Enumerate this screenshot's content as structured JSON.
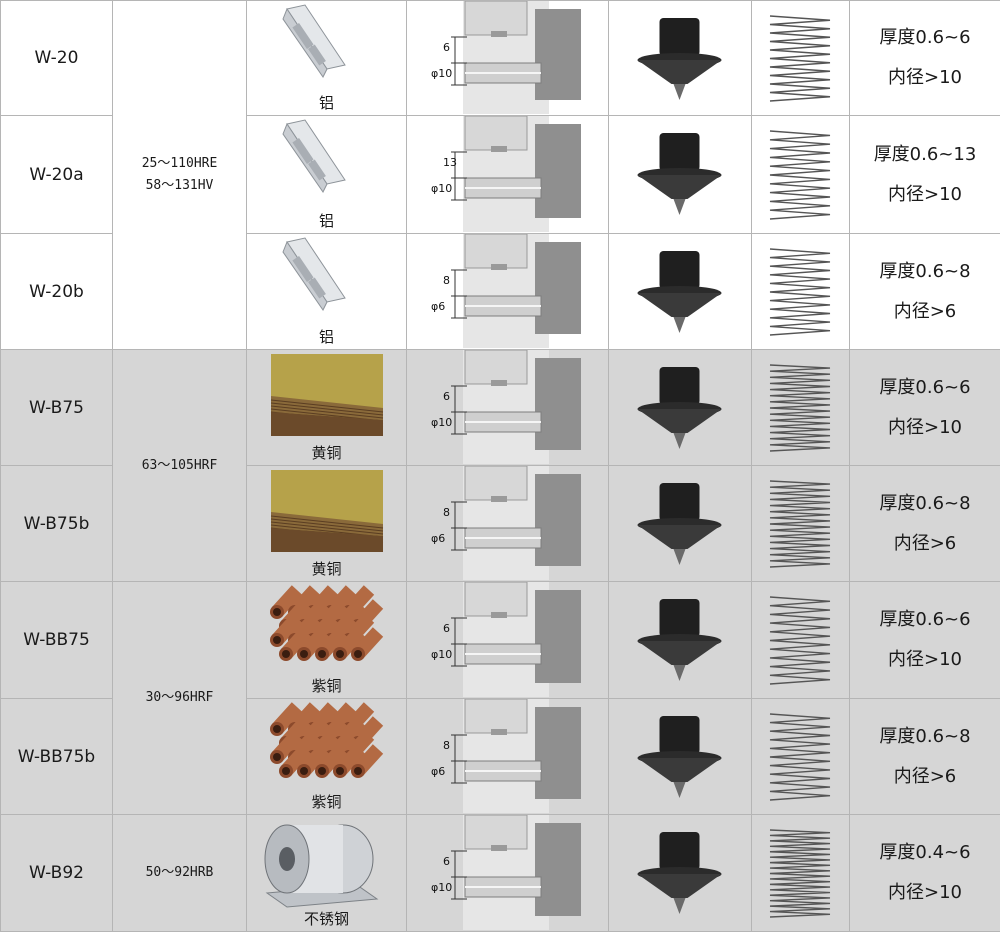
{
  "colors": {
    "white_row": "#ffffff",
    "gray_row": "#d6d6d6",
    "border": "#b5b5b5",
    "aluminum": "#c9cdd2",
    "brass": "#b6a24a",
    "copper": "#b36a43",
    "steel": "#cfd2d6",
    "tip": "#1f1f1f",
    "spring": "#555555"
  },
  "rows": [
    {
      "model": "W-20",
      "hardness": [
        "25～110HRE",
        "58～131HV"
      ],
      "hardness_span": 3,
      "material": "铝",
      "material_img": "aluminum-profile-icon",
      "clamp": {
        "upper": "6",
        "lower": "φ10"
      },
      "spec": [
        "厚度0.6~6",
        "内径>10"
      ],
      "shade": "white",
      "spring_density": 10
    },
    {
      "model": "W-20a",
      "hardness": null,
      "material": "铝",
      "material_img": "aluminum-profile-icon",
      "clamp": {
        "upper": "13",
        "lower": "φ10"
      },
      "spec": [
        "厚度0.6~13",
        "内径>10"
      ],
      "shade": "white",
      "spring_density": 10
    },
    {
      "model": "W-20b",
      "hardness": null,
      "material": "铝",
      "material_img": "aluminum-profile-icon",
      "clamp": {
        "upper": "8",
        "lower": "φ6"
      },
      "spec": [
        "厚度0.6~8",
        "内径>6"
      ],
      "shade": "white",
      "spring_density": 10
    },
    {
      "model": "W-B75",
      "hardness": [
        "63～105HRF"
      ],
      "hardness_span": 2,
      "material": "黄铜",
      "material_img": "brass-sheet-icon",
      "clamp": {
        "upper": "6",
        "lower": "φ10"
      },
      "spec": [
        "厚度0.6~6",
        "内径>10"
      ],
      "shade": "gray",
      "spring_density": 14
    },
    {
      "model": "W-B75b",
      "hardness": null,
      "material": "黄铜",
      "material_img": "brass-sheet-icon",
      "clamp": {
        "upper": "8",
        "lower": "φ6"
      },
      "spec": [
        "厚度0.6~8",
        "内径>6"
      ],
      "shade": "gray",
      "spring_density": 14
    },
    {
      "model": "W-BB75",
      "hardness": [
        "30～96HRF"
      ],
      "hardness_span": 2,
      "material": "紫铜",
      "material_img": "copper-tubes-icon",
      "clamp": {
        "upper": "6",
        "lower": "φ10"
      },
      "spec": [
        "厚度0.6~6",
        "内径>10"
      ],
      "shade": "gray",
      "spring_density": 10
    },
    {
      "model": "W-BB75b",
      "hardness": null,
      "material": "紫铜",
      "material_img": "copper-tubes-icon",
      "clamp": {
        "upper": "8",
        "lower": "φ6"
      },
      "spec": [
        "厚度0.6~8",
        "内径>6"
      ],
      "shade": "gray",
      "spring_density": 10
    },
    {
      "model": "W-B92",
      "hardness": [
        "50～92HRB"
      ],
      "hardness_span": 1,
      "material": "不锈钢",
      "material_img": "steel-coil-icon",
      "clamp": {
        "upper": "6",
        "lower": "φ10"
      },
      "spec": [
        "厚度0.4~6",
        "内径>10"
      ],
      "shade": "gray",
      "spring_density": 16
    }
  ]
}
